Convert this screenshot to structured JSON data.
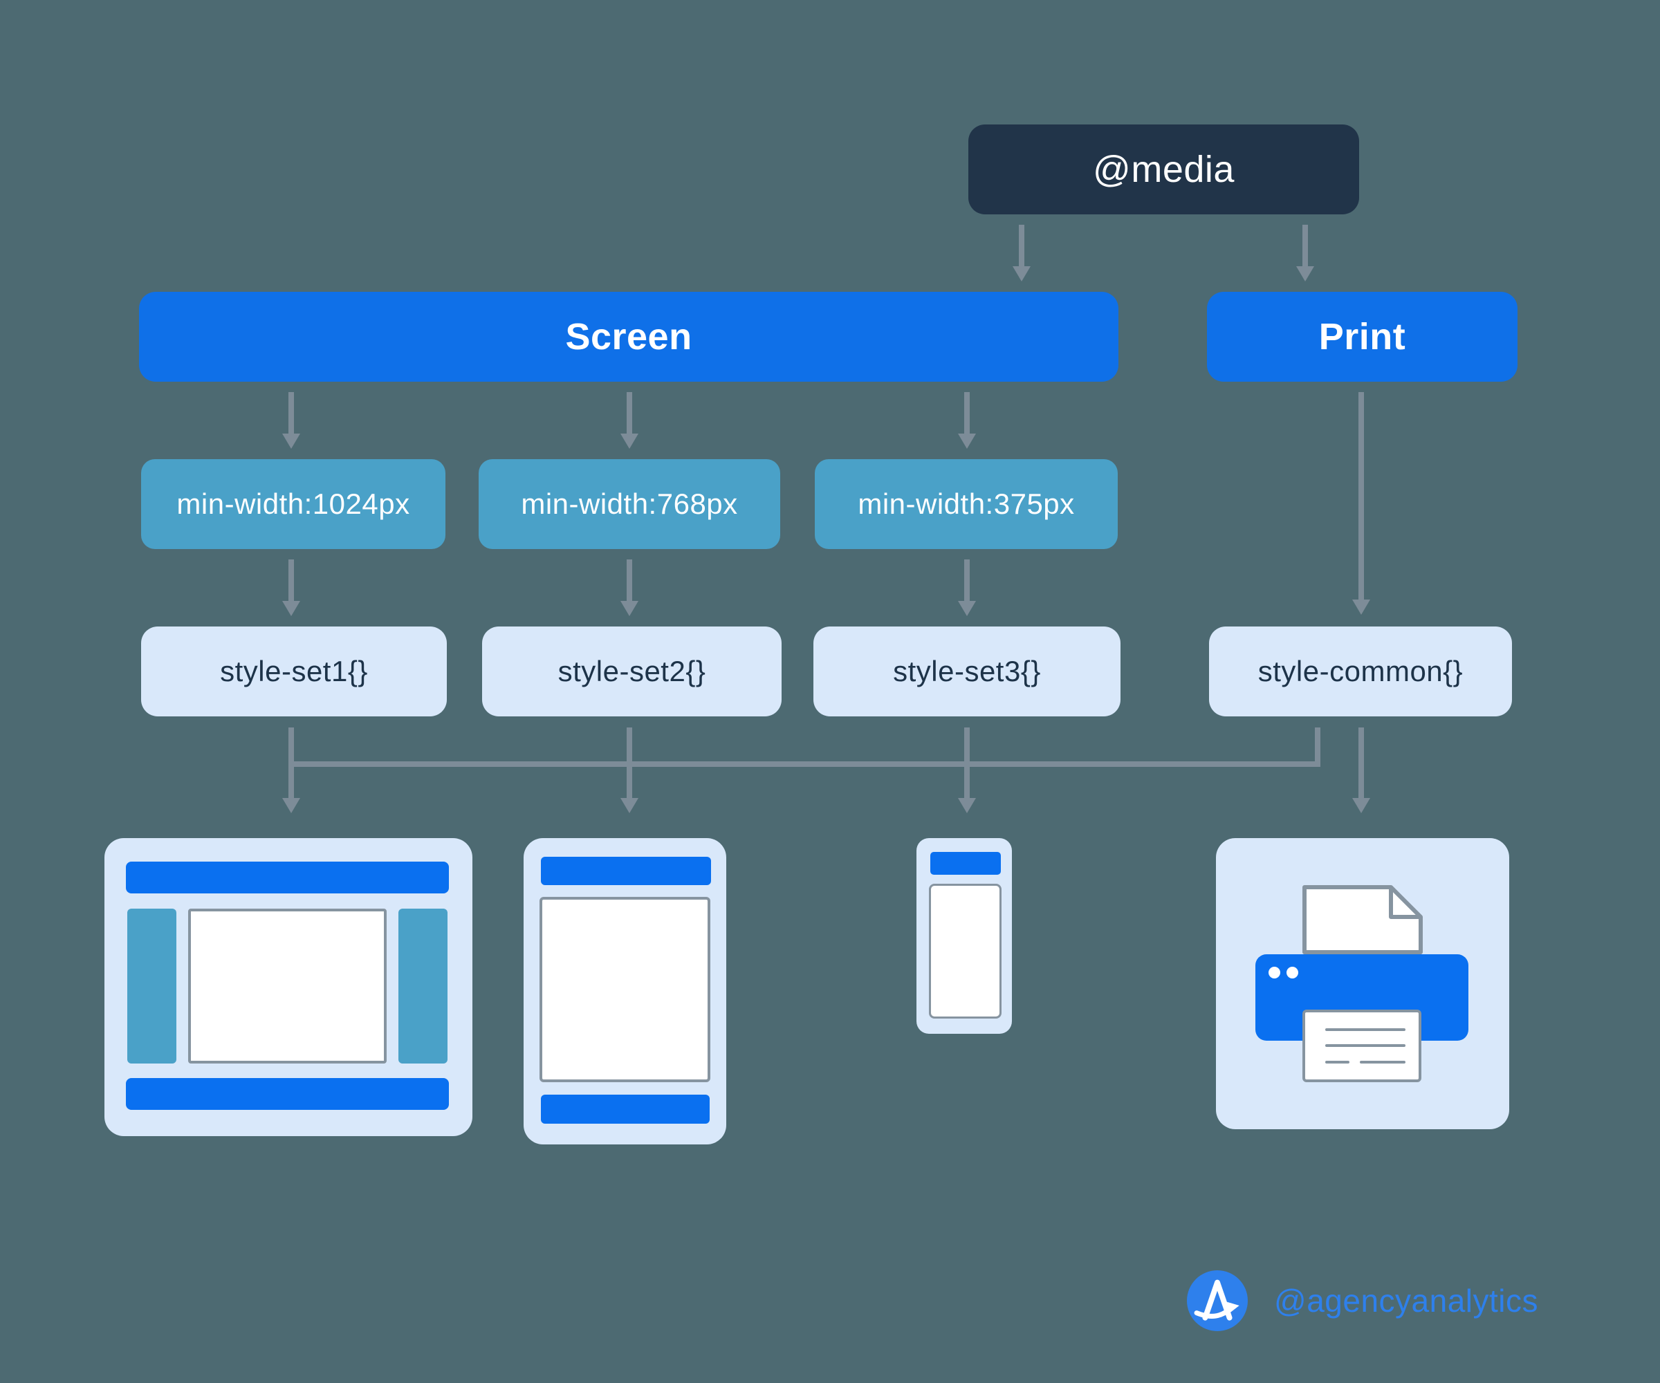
{
  "diagram": {
    "root": {
      "label": "@media"
    },
    "branches": {
      "screen": {
        "label": "Screen"
      },
      "print": {
        "label": "Print"
      }
    },
    "conditions": [
      {
        "label": "min-width:1024px"
      },
      {
        "label": "min-width:768px"
      },
      {
        "label": "min-width:375px"
      }
    ],
    "styles": [
      {
        "label": "style-set1{}"
      },
      {
        "label": "style-set2{}"
      },
      {
        "label": "style-set3{}"
      },
      {
        "label": "style-common{}"
      }
    ],
    "devices": [
      "desktop-layout",
      "tablet-layout",
      "mobile-layout",
      "printer"
    ]
  },
  "footer": {
    "handle": "@agencyanalytics"
  },
  "colors": {
    "background": "#4d6a72",
    "media_box": "#213449",
    "primary_blue": "#0f70e8",
    "icon_blue": "#0a70f0",
    "teal": "#4aa1c8",
    "light_blue": "#d9e8fa",
    "navy_text": "#1d3349",
    "arrow_gray": "#7d8c98",
    "border_gray": "#8694a0",
    "logo_blue": "#2e80ec"
  }
}
